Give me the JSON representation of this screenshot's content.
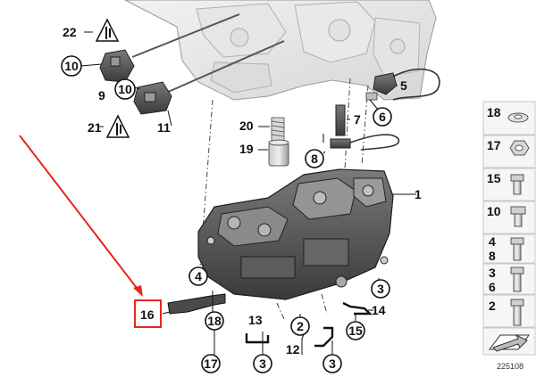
{
  "callouts": {
    "c1": "1",
    "c2": "2",
    "c3a": "3",
    "c3b": "3",
    "c3c": "3",
    "c4": "4",
    "c5": "5",
    "c6": "6",
    "c7": "7",
    "c8": "8",
    "c9": "9",
    "c10a": "10",
    "c10b": "10",
    "c11": "11",
    "c12": "12",
    "c13": "13",
    "c14": "14",
    "c15": "15",
    "c16": "16",
    "c17": "17",
    "c18": "18",
    "c19": "19",
    "c20": "20",
    "c21": "21",
    "c22": "22"
  },
  "legend": {
    "items": [
      "18",
      "17",
      "15",
      "10",
      "4",
      "8",
      "3",
      "6",
      "2"
    ]
  },
  "reference_number": "225108",
  "colors": {
    "highlight": "#e8241f",
    "arrow": "#e8241f",
    "part_dark": "#3e3e3e",
    "part_light": "#dedede"
  }
}
